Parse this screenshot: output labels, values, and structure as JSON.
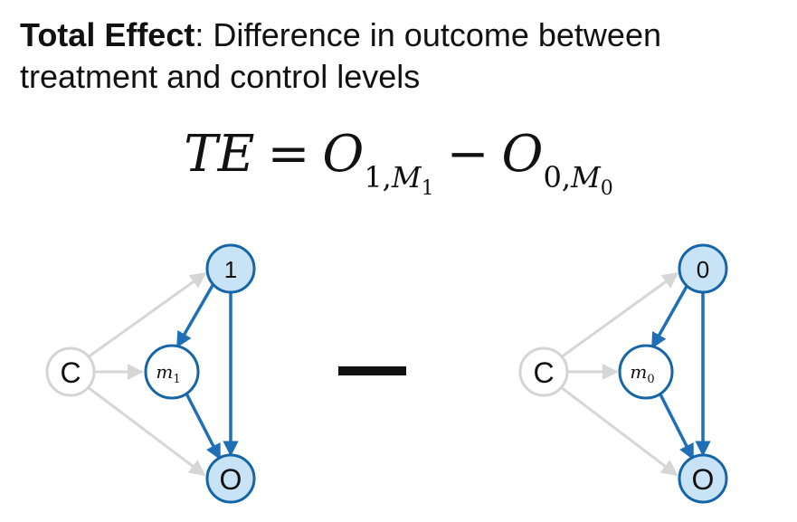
{
  "heading": {
    "bold": "Total Effect",
    "rest": ": Difference in outcome between treatment and control levels"
  },
  "formula": {
    "lhs": "TE",
    "eq": "=",
    "term1_var": "O",
    "term1_sub_num": "1,",
    "term1_sub_var": "M",
    "term1_subsub": "1",
    "minus": "−",
    "term2_var": "O",
    "term2_sub_num": "0,",
    "term2_sub_var": "M",
    "term2_subsub": "0"
  },
  "graph_left": {
    "confounder": "C",
    "treatment": "1",
    "mediator_var": "m",
    "mediator_sub": "1",
    "outcome": "O"
  },
  "graph_right": {
    "confounder": "C",
    "treatment": "0",
    "mediator_var": "m",
    "mediator_sub": "0",
    "outcome": "O"
  },
  "colors": {
    "node_fill": "#c9e3f6",
    "node_stroke": "#1565a8",
    "edge_blue": "#1e6fb5",
    "edge_gray": "#d6d6d6",
    "confounder_stroke": "#d4d4d4",
    "text": "#111111"
  }
}
